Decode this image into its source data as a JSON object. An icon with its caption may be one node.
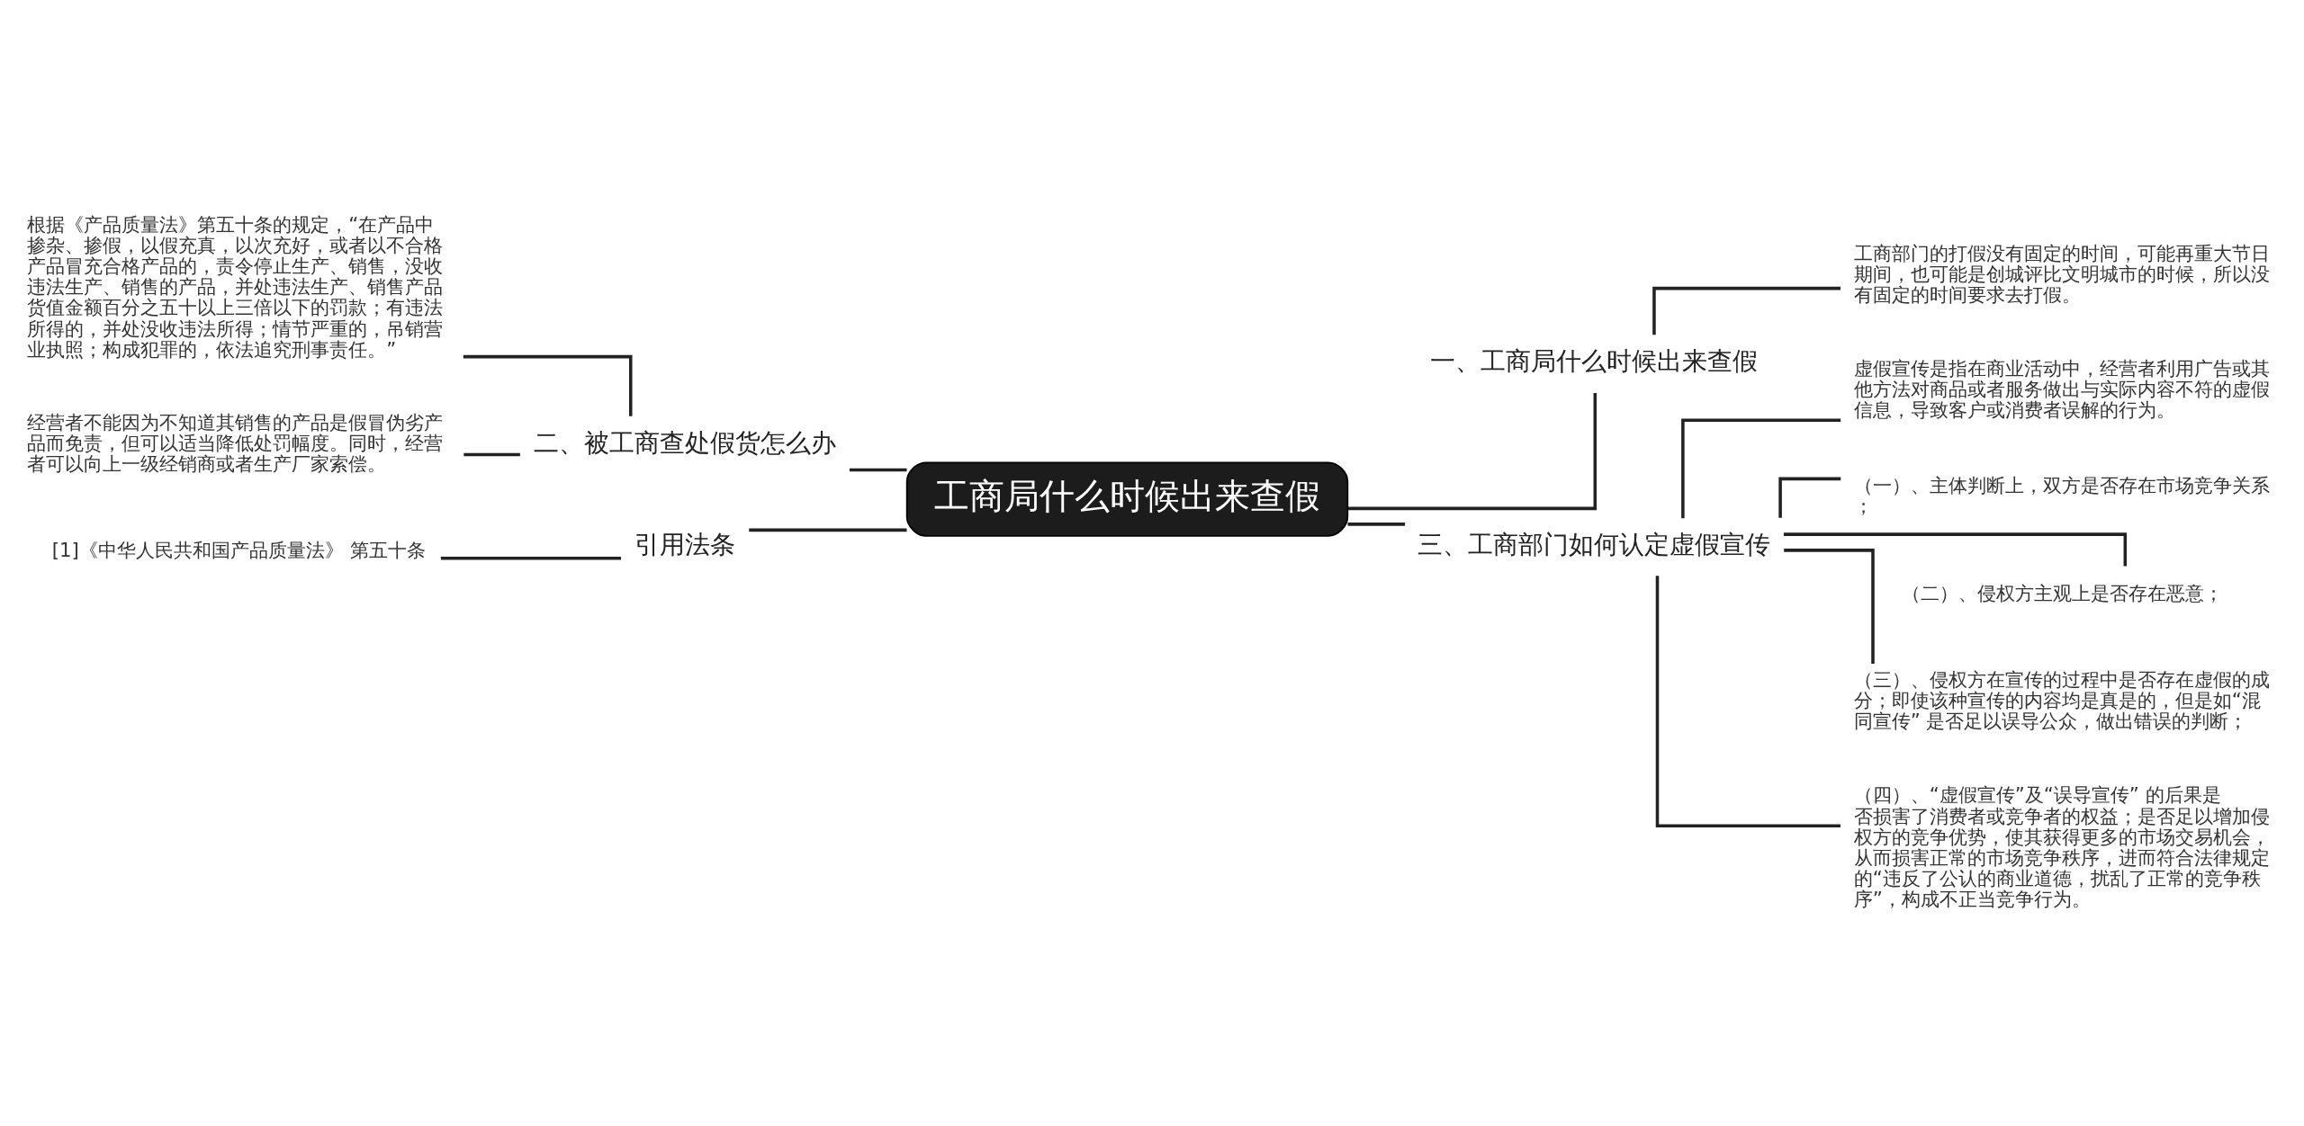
{
  "diagram": {
    "nodes": [
      {
        "text": [
          "工商局什么时候出来查假"
        ]
      },
      {
        "text": [
          "一、工商局什么时候出来查假"
        ]
      },
      {
        "text": [
          "工商部门的打假没有固定的时间，可能再重大节日期间，也可能是创城评比文明城市的时候，所以没有固定的时间要求去打假。"
        ]
      },
      {
        "text": [
          "三、工商部门如何认定虚假宣传"
        ]
      },
      {
        "text": [
          "虚假宣传是指在商业活动中，经营者利用广告或其他方法对商品或者服务做出与实际内容不符的虚假信息，导致客户或消费者误解的行为。"
        ]
      },
      {
        "text": [
          "（一）、主体判断上，双方是否存在市场竞争关系；"
        ]
      },
      {
        "text": [
          "（二）、侵权方主观上是否存在恶意；"
        ]
      },
      {
        "text": [
          "（三）、侵权方在宣传的过程中是否存在虚假的成分；即使该种宣传的内容均是真是的，但是如“混同宣传” 是否足以误导公众，做出错误的判断；"
        ]
      },
      {
        "text": [
          "（四）、“虚假宣传”及“误导宣传” 的后果是否损害了消费者或竞争者的权益；是否足以增加侵权方的竞争优势，使其获得更多的市场交易机会，从而损害正常的市场竞争秩序，进而符合法律规定的“违反了公认的商业道德，扰乱了正常的竞争秩序”，构成不正当竞争行为。"
        ]
      },
      {
        "text": [
          "二、被工商查处假货怎么办"
        ]
      },
      {
        "text": [
          "根据《产品质量法》第五十条的规定，“在产品中掺杂、掺假，以假充真，以次充好，或者以不合格产品冒充合格产品的，责令停止生产、销售，没收违法生产、销售的产品，并处违法生产、销售产品货值金额百分之五十以上三倍以下的罚款；有违法所得的，并处没收违法所得；情节严重的，吊销营业执照；构成犯罪的，依法追究刑事责任。”"
        ]
      },
      {
        "text": [
          "经营者不能因为不知道其销售的产品是假冒伪劣产品而免责，但可以适当降低处罚幅度。同时，经营者可以向上一级经销商或者生产厂家索偿。"
        ]
      },
      {
        "text": [
          "引用法条"
        ]
      },
      {
        "text": [
          "[1]《中华人民共和国产品质量法》 第五十条"
        ]
      }
    ],
    "edges": [
      {
        "from": 0,
        "to": 1,
        "arrow": "none"
      },
      {
        "from": 1,
        "to": 2,
        "arrow": "none"
      },
      {
        "from": 0,
        "to": 3,
        "arrow": "none"
      },
      {
        "from": 3,
        "to": 4,
        "arrow": "none"
      },
      {
        "from": 3,
        "to": 5,
        "arrow": "none"
      },
      {
        "from": 3,
        "to": 6,
        "arrow": "none"
      },
      {
        "from": 3,
        "to": 7,
        "arrow": "none"
      },
      {
        "from": 3,
        "to": 8,
        "arrow": "none"
      },
      {
        "from": 0,
        "to": 9,
        "arrow": "none"
      },
      {
        "from": 9,
        "to": 10,
        "arrow": "none"
      },
      {
        "from": 9,
        "to": 11,
        "arrow": "none"
      },
      {
        "from": 0,
        "to": 12,
        "arrow": "none"
      },
      {
        "from": 12,
        "to": 13,
        "arrow": "none"
      }
    ]
  }
}
